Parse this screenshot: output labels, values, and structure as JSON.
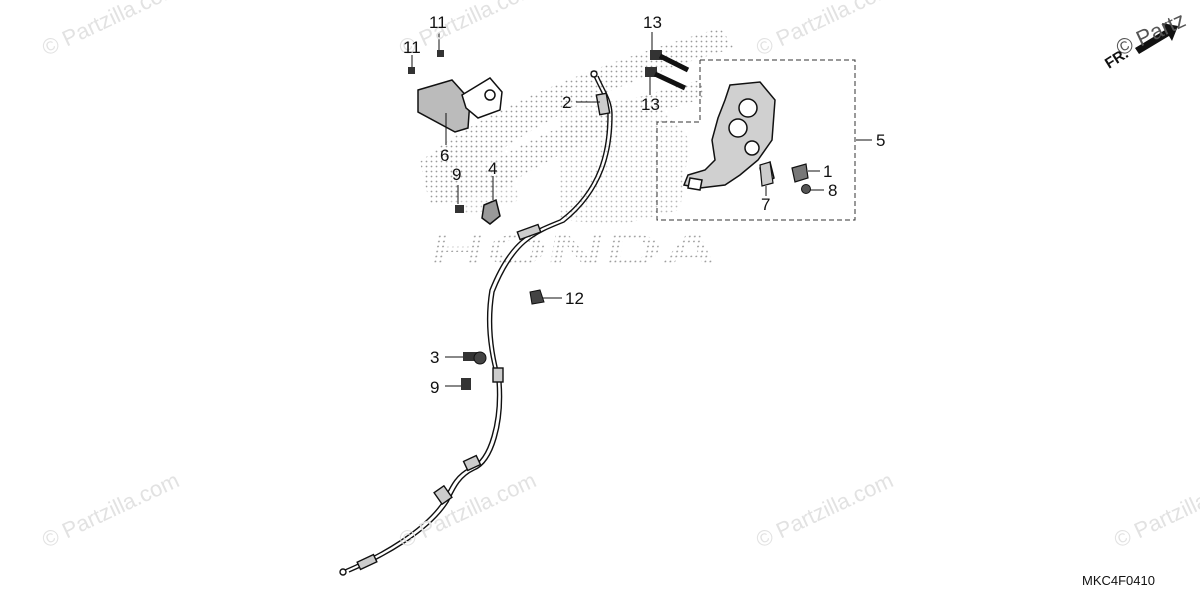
{
  "watermark": {
    "text": "© Partzilla.com",
    "corner_text": "© Partz"
  },
  "brand_text": "HONDA",
  "direction_label": "FR.",
  "diagram_code": "MKC4F0410",
  "callouts": {
    "c1": "1",
    "c2": "2",
    "c3": "3",
    "c4": "4",
    "c5": "5",
    "c6": "6",
    "c7": "7",
    "c8": "8",
    "c9a": "9",
    "c9b": "9",
    "c11a": "11",
    "c11b": "11",
    "c12": "12",
    "c13a": "13",
    "c13b": "13"
  }
}
